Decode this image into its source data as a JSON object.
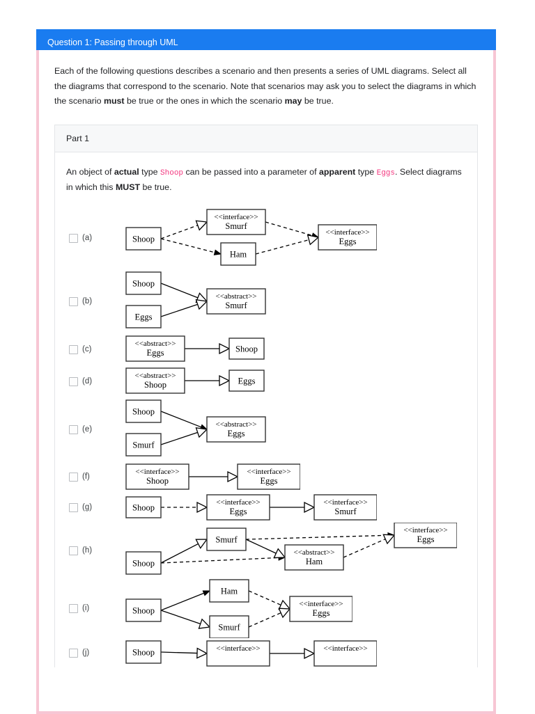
{
  "question": {
    "header_title": "Question 1: Passing through UML",
    "intro_parts": [
      {
        "text": "Each of the following questions describes a scenario and then presents a series of UML diagrams. Select all the diagrams that correspond to the scenario. Note that scenarios may ask you to select the diagrams in which the scenario ",
        "bold": false
      },
      {
        "text": "must",
        "bold": true
      },
      {
        "text": " be true or the ones in which the scenario ",
        "bold": false
      },
      {
        "text": "may",
        "bold": true
      },
      {
        "text": " be true.",
        "bold": false
      }
    ]
  },
  "part": {
    "title": "Part 1",
    "prompt_parts": [
      {
        "text": "An object of ",
        "style": "plain"
      },
      {
        "text": "actual",
        "style": "bold"
      },
      {
        "text": " type ",
        "style": "plain"
      },
      {
        "text": "Shoop",
        "style": "code"
      },
      {
        "text": " can be passed into a parameter of ",
        "style": "plain"
      },
      {
        "text": "apparent",
        "style": "bold"
      },
      {
        "text": " type ",
        "style": "plain"
      },
      {
        "text": "Eggs",
        "style": "code"
      },
      {
        "text": ". Select diagrams in which this ",
        "style": "plain"
      },
      {
        "text": "MUST",
        "style": "bold"
      },
      {
        "text": " be true.",
        "style": "plain"
      }
    ]
  },
  "colors": {
    "header_blue": "#1a7cf0",
    "border_pink": "#f7c6d4",
    "code_pink": "#f3377f",
    "panel_gray": "#f7f8f9",
    "text": "#202124"
  },
  "options": [
    {
      "letter": "(a)",
      "checked": false,
      "boxes": [
        {
          "id": "shoop",
          "stereotype": "",
          "name": "Shoop"
        },
        {
          "id": "smurf",
          "stereotype": "<<interface>>",
          "name": "Smurf"
        },
        {
          "id": "ham",
          "stereotype": "",
          "name": "Ham"
        },
        {
          "id": "eggs",
          "stereotype": "<<interface>>",
          "name": "Eggs"
        }
      ],
      "edges": [
        {
          "from": "shoop",
          "to": "smurf",
          "line": "dashed",
          "head": "hollow-triangle"
        },
        {
          "from": "shoop",
          "to": "ham",
          "line": "dashed",
          "head": "solid-arrow"
        },
        {
          "from": "smurf",
          "to": "eggs",
          "line": "dashed",
          "head": "solid-arrow"
        },
        {
          "from": "ham",
          "to": "eggs",
          "line": "dashed",
          "head": "hollow-triangle"
        }
      ]
    },
    {
      "letter": "(b)",
      "checked": false,
      "boxes": [
        {
          "id": "shoop",
          "stereotype": "",
          "name": "Shoop"
        },
        {
          "id": "eggs",
          "stereotype": "",
          "name": "Eggs"
        },
        {
          "id": "smurf",
          "stereotype": "<<abstract>>",
          "name": "Smurf"
        }
      ],
      "edges": [
        {
          "from": "shoop",
          "to": "smurf",
          "line": "solid",
          "head": "hollow-triangle"
        },
        {
          "from": "eggs",
          "to": "smurf",
          "line": "solid",
          "head": "hollow-triangle"
        }
      ]
    },
    {
      "letter": "(c)",
      "checked": false,
      "boxes": [
        {
          "id": "eggs",
          "stereotype": "<<abstract>>",
          "name": "Eggs"
        },
        {
          "id": "shoop",
          "stereotype": "",
          "name": "Shoop"
        }
      ],
      "edges": [
        {
          "from": "eggs",
          "to": "shoop",
          "line": "solid",
          "head": "hollow-triangle"
        }
      ]
    },
    {
      "letter": "(d)",
      "checked": false,
      "boxes": [
        {
          "id": "shoop",
          "stereotype": "<<abstract>>",
          "name": "Shoop"
        },
        {
          "id": "eggs",
          "stereotype": "",
          "name": "Eggs"
        }
      ],
      "edges": [
        {
          "from": "shoop",
          "to": "eggs",
          "line": "solid",
          "head": "hollow-triangle"
        }
      ]
    },
    {
      "letter": "(e)",
      "checked": false,
      "boxes": [
        {
          "id": "shoop",
          "stereotype": "",
          "name": "Shoop"
        },
        {
          "id": "smurf",
          "stereotype": "",
          "name": "Smurf"
        },
        {
          "id": "eggs",
          "stereotype": "<<abstract>>",
          "name": "Eggs"
        }
      ],
      "edges": [
        {
          "from": "shoop",
          "to": "eggs",
          "line": "solid",
          "head": "solid-arrow"
        },
        {
          "from": "smurf",
          "to": "eggs",
          "line": "solid",
          "head": "hollow-triangle"
        }
      ]
    },
    {
      "letter": "(f)",
      "checked": false,
      "boxes": [
        {
          "id": "shoop",
          "stereotype": "<<interface>>",
          "name": "Shoop"
        },
        {
          "id": "eggs",
          "stereotype": "<<interface>>",
          "name": "Eggs"
        }
      ],
      "edges": [
        {
          "from": "shoop",
          "to": "eggs",
          "line": "solid",
          "head": "hollow-triangle"
        }
      ]
    },
    {
      "letter": "(g)",
      "checked": false,
      "boxes": [
        {
          "id": "shoop",
          "stereotype": "",
          "name": "Shoop"
        },
        {
          "id": "eggs",
          "stereotype": "<<interface>>",
          "name": "Eggs"
        },
        {
          "id": "smurf",
          "stereotype": "<<interface>>",
          "name": "Smurf"
        }
      ],
      "edges": [
        {
          "from": "shoop",
          "to": "eggs",
          "line": "dashed",
          "head": "hollow-triangle"
        },
        {
          "from": "eggs",
          "to": "smurf",
          "line": "solid",
          "head": "hollow-triangle"
        }
      ]
    },
    {
      "letter": "(h)",
      "checked": false,
      "boxes": [
        {
          "id": "smurf",
          "stereotype": "",
          "name": "Smurf"
        },
        {
          "id": "shoop",
          "stereotype": "",
          "name": "Shoop"
        },
        {
          "id": "ham",
          "stereotype": "<<abstract>>",
          "name": "Ham"
        },
        {
          "id": "eggs",
          "stereotype": "<<interface>>",
          "name": "Eggs"
        }
      ],
      "edges": [
        {
          "from": "shoop",
          "to": "smurf",
          "line": "solid",
          "head": "hollow-triangle"
        },
        {
          "from": "shoop",
          "to": "ham",
          "line": "dashed",
          "head": "solid-arrow"
        },
        {
          "from": "smurf",
          "to": "ham",
          "line": "solid",
          "head": "hollow-triangle"
        },
        {
          "from": "smurf",
          "to": "eggs",
          "line": "dashed",
          "head": "solid-arrow"
        },
        {
          "from": "ham",
          "to": "eggs",
          "line": "dashed",
          "head": "hollow-triangle"
        }
      ]
    },
    {
      "letter": "(i)",
      "checked": false,
      "boxes": [
        {
          "id": "ham",
          "stereotype": "",
          "name": "Ham"
        },
        {
          "id": "shoop",
          "stereotype": "",
          "name": "Shoop"
        },
        {
          "id": "smurf",
          "stereotype": "",
          "name": "Smurf"
        },
        {
          "id": "eggs",
          "stereotype": "<<interface>>",
          "name": "Eggs"
        }
      ],
      "edges": [
        {
          "from": "shoop",
          "to": "ham",
          "line": "solid",
          "head": "solid-arrow"
        },
        {
          "from": "shoop",
          "to": "smurf",
          "line": "solid",
          "head": "hollow-triangle"
        },
        {
          "from": "ham",
          "to": "eggs",
          "line": "dashed",
          "head": "hollow-triangle"
        },
        {
          "from": "smurf",
          "to": "eggs",
          "line": "dashed",
          "head": "hollow-triangle"
        }
      ]
    },
    {
      "letter": "(j)",
      "checked": false,
      "clipped": true,
      "boxes": [
        {
          "id": "shoop",
          "stereotype": "",
          "name": "Shoop"
        },
        {
          "id": "mid",
          "stereotype": "<<interface>>",
          "name": ""
        },
        {
          "id": "right",
          "stereotype": "<<interface>>",
          "name": ""
        }
      ],
      "edges": [
        {
          "from": "shoop",
          "to": "mid",
          "line": "solid",
          "head": "hollow-triangle"
        },
        {
          "from": "mid",
          "to": "right",
          "line": "solid",
          "head": "hollow-triangle"
        }
      ]
    }
  ]
}
